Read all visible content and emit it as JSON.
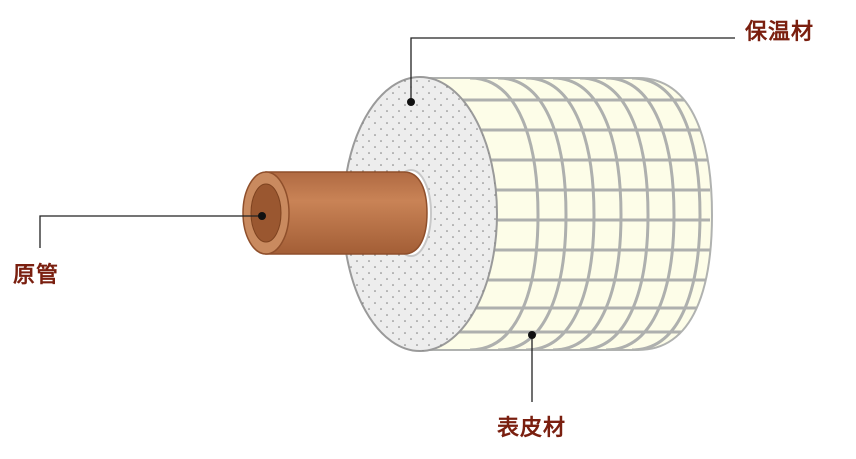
{
  "labels": {
    "insulation": "保温材",
    "pipe": "原管",
    "jacket": "表皮材"
  },
  "colors": {
    "label_text": "#7a1f0f",
    "leader_line": "#222222",
    "pipe_fill": "#c27a4f",
    "pipe_inner": "#9a5730",
    "insulation_face": "#ededed",
    "jacket_fill": "#fdfde8",
    "grid_line": "#aeb0ae"
  }
}
